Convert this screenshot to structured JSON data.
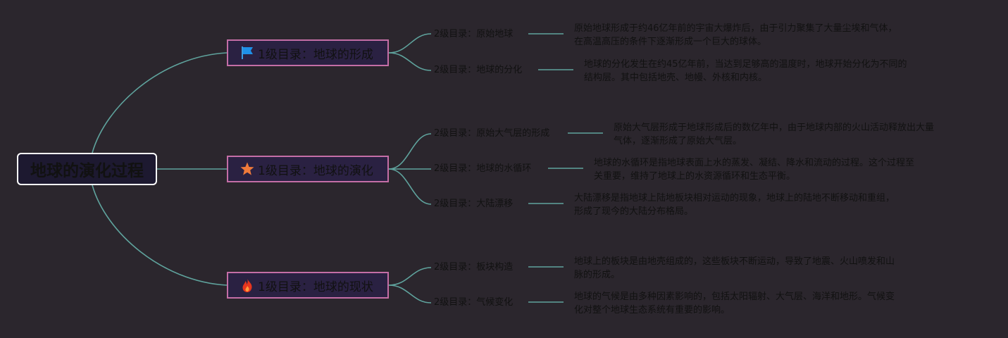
{
  "root": {
    "title": "地球的演化过程"
  },
  "branches": [
    {
      "label": "1级目录：地球的形成",
      "icon": "flag-icon",
      "children": [
        {
          "label": "2级目录：原始地球",
          "desc": [
            "原始地球形成于约46亿年前的宇宙大爆炸后，由于引力聚集了大量尘埃和气体，",
            "在高温高压的条件下逐渐形成一个巨大的球体。"
          ]
        },
        {
          "label": "2级目录：地球的分化",
          "desc": [
            "地球的分化发生在约45亿年前，当达到足够高的温度时，地球开始分化为不同的",
            "结构层。其中包括地壳、地幔、外核和内核。"
          ]
        }
      ]
    },
    {
      "label": "1级目录：地球的演化",
      "icon": "star-icon",
      "children": [
        {
          "label": "2级目录：原始大气层的形成",
          "desc": [
            "原始大气层形成于地球形成后的数亿年中，由于地球内部的火山活动释放出大量",
            "气体，逐渐形成了原始大气层。"
          ]
        },
        {
          "label": "2级目录：地球的水循环",
          "desc": [
            "地球的水循环是指地球表面上水的蒸发、凝结、降水和流动的过程。这个过程至",
            "关重要，维持了地球上的水资源循环和生态平衡。"
          ]
        },
        {
          "label": "2级目录：大陆漂移",
          "desc": [
            "大陆漂移是指地球上陆地板块相对运动的现象，地球上的陆地不断移动和重组，",
            "形成了现今的大陆分布格局。"
          ]
        }
      ]
    },
    {
      "label": "1级目录：地球的现状",
      "icon": "fire-icon",
      "children": [
        {
          "label": "2级目录：板块构造",
          "desc": [
            "地球上的板块是由地壳组成的，这些板块不断运动，导致了地震、火山喷发和山",
            "脉的形成。"
          ]
        },
        {
          "label": "2级目录：气候变化",
          "desc": [
            "地球的气候是由多种因素影响的，包括太阳辐射、大气层、海洋和地形。气候变",
            "化对整个地球生态系统有重要的影响。"
          ]
        }
      ]
    }
  ],
  "colors": {
    "background": "#2b262d",
    "connector": "#5fa39d",
    "level1_border": "#c46ea6",
    "level1_fill": "#2a2142",
    "root_border": "#ffffff",
    "root_fill": "#1d1930",
    "text": "#111111"
  }
}
